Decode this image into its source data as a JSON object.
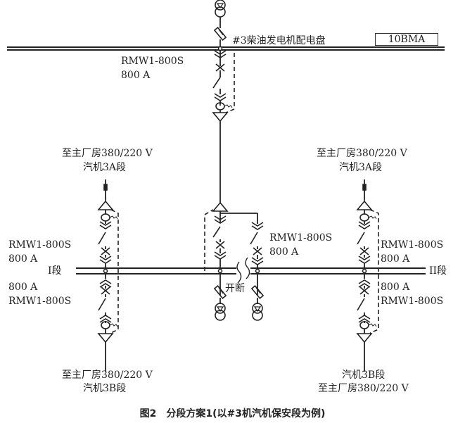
{
  "diagram": {
    "top_bus_label": "#3柴油发电机配电盘",
    "top_bus_id": "10BMA",
    "top_breaker": {
      "model": "RMW1-800S",
      "rating": "800 A"
    },
    "left_upper_feed": {
      "dest": "至主厂房380/220 V",
      "section": "汽机3A段"
    },
    "right_upper_feed": {
      "dest": "至主厂房380/220 V",
      "section": "汽机3A段"
    },
    "left_upper_breaker": {
      "model": "RMW1-800S",
      "rating": "800 A"
    },
    "left_lower_breaker": {
      "rating": "800 A",
      "model": "RMW1-800S"
    },
    "right_upper_breaker": {
      "model": "RMW1-800S",
      "rating": "800 A"
    },
    "right_lower_breaker": {
      "rating": "800 A",
      "model": "RMW1-800S"
    },
    "middle_breaker": {
      "model": "RMW1-800S",
      "rating": "800 A"
    },
    "section_1": "I段",
    "section_2": "II段",
    "open_label": "开断",
    "left_lower_feed": {
      "dest": "至主厂房380/220 V",
      "section": "汽机3B段"
    },
    "right_lower_feed": {
      "section": "汽机3B段",
      "dest": "至主厂房380/220 V"
    }
  },
  "caption": "图2　分段方案1(以#3机汽机保安段为例)"
}
